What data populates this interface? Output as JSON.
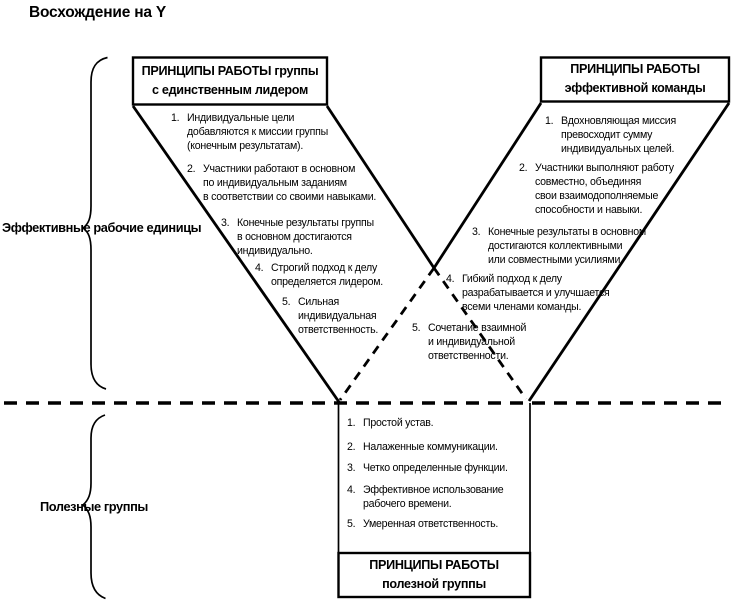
{
  "title": "Восхождение на Y",
  "colors": {
    "ink": "#000000",
    "paper": "#ffffff"
  },
  "brackets": {
    "effective_units_label": "Эффективные рабочие единицы",
    "useful_groups_label": "Полезные группы"
  },
  "single_leader_group": {
    "title_line1": "ПРИНЦИПЫ РАБОТЫ группы",
    "title_line2": "с единственным лидером",
    "items": [
      {
        "num": "1.",
        "text": "Индивидуальные цели\nдобавляются к миссии группы\n(конечным результатам)."
      },
      {
        "num": "2.",
        "text": "Участники работают в основном\nпо индивидуальным заданиям\nв соответствии со своими навыками."
      },
      {
        "num": "3.",
        "text": "Конечные результаты группы\nв основном достигаются\nиндивидуально."
      },
      {
        "num": "4.",
        "text": "Строгий подход к делу\nопределяется лидером."
      },
      {
        "num": "5.",
        "text": "Сильная\nиндивидуальная\nответственность."
      }
    ]
  },
  "effective_team": {
    "title_line1": "ПРИНЦИПЫ РАБОТЫ",
    "title_line2": "эффективной команды",
    "items": [
      {
        "num": "1.",
        "text": "Вдохновляющая миссия\nпревосходит сумму\nиндивидуальных целей."
      },
      {
        "num": "2.",
        "text": "Участники выполняют работу\nсовместно, объединяя\nсвои взаимодополняемые\nспособности и навыки."
      },
      {
        "num": "3.",
        "text": "Конечные результаты в основном\nдостигаются коллективными\nили совместными усилиями."
      },
      {
        "num": "4.",
        "text": "Гибкий подход к делу\nразрабатывается и улучшается\nвсеми членами команды."
      },
      {
        "num": "5.",
        "text": "Сочетание взаимной\nи индивидуальной\nответственности."
      }
    ]
  },
  "useful_group": {
    "title_line1": "ПРИНЦИПЫ РАБОТЫ",
    "title_line2": "полезной группы",
    "items": [
      {
        "num": "1.",
        "text": "Простой устав."
      },
      {
        "num": "2.",
        "text": "Налаженные коммуникации."
      },
      {
        "num": "3.",
        "text": "Четко определенные функции."
      },
      {
        "num": "4.",
        "text": "Эффективное использование\nрабочего времени."
      },
      {
        "num": "5.",
        "text": "Умеренная ответственность."
      }
    ]
  }
}
